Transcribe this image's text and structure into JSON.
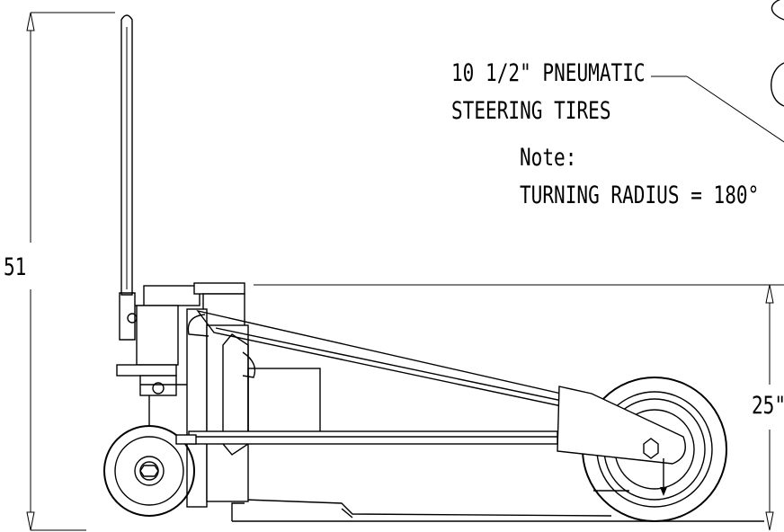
{
  "annotations": {
    "tire_callout_line1": "10 1/2\" PNEUMATIC",
    "tire_callout_line2": "STEERING TIRES",
    "note_heading": "Note:",
    "note_text": "TURNING RADIUS = 180°"
  },
  "dimensions": {
    "overall_height": "51",
    "body_height": "25\""
  },
  "colors": {
    "line": "#000000",
    "background": "#ffffff"
  }
}
